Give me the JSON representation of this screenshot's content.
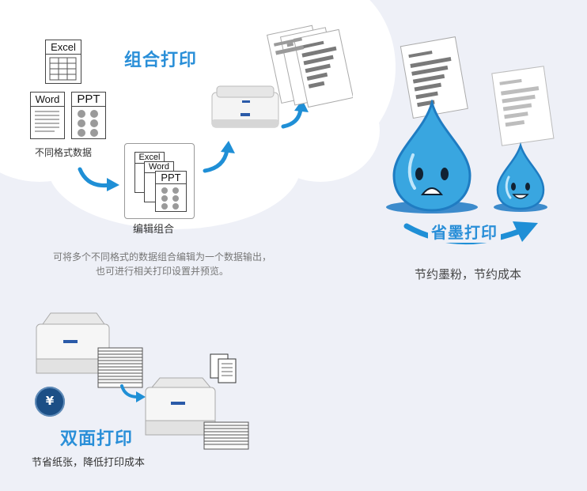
{
  "combo": {
    "title": "组合打印",
    "formats_label": "不同格式数据",
    "edit_label": "编辑组合",
    "description_line1": "可将多个不同格式的数据组合编辑为一个数据输出，",
    "description_line2": "也可进行相关打印设置并预览。",
    "doc_excel": "Excel",
    "doc_word": "Word",
    "doc_ppt": "PPT"
  },
  "ink": {
    "title": "省墨打印",
    "subtitle": "节约墨粉，节约成本"
  },
  "duplex": {
    "title": "双面打印",
    "subtitle": "节省纸张，降低打印成本",
    "badge_symbol": "¥"
  },
  "colors": {
    "accent_blue": "#2a8fd8",
    "drop_blue": "#39a6e0",
    "cloud": "#ffffff",
    "background": "#eef0f7"
  }
}
